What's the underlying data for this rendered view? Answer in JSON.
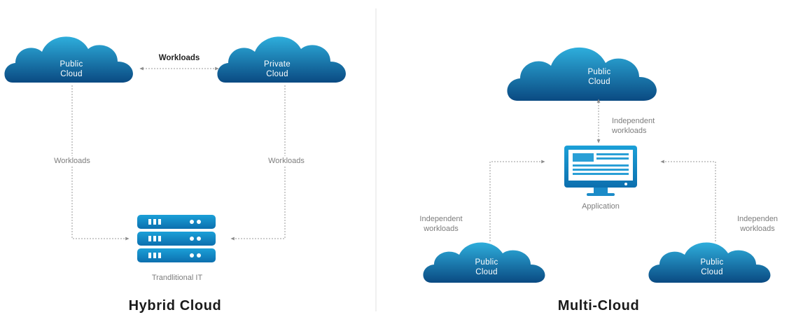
{
  "hybrid": {
    "title": "Hybrid Cloud",
    "public_cloud": [
      "Public",
      "Cloud"
    ],
    "private_cloud": [
      "Private",
      "Cloud"
    ],
    "top_link_label": "Workloads",
    "left_link_label": "Workloads",
    "right_link_label": "Workloads",
    "server_label": "Trandlitional IT"
  },
  "multi": {
    "title": "Multi-Cloud",
    "top_cloud": [
      "Public",
      "Cloud"
    ],
    "top_link_label": [
      "Independent",
      "workloads"
    ],
    "app_label": "Application",
    "left_link_label": [
      "Independent",
      "workloads"
    ],
    "right_link_label": [
      "Independen",
      "workloads"
    ],
    "left_cloud": [
      "Public",
      "Cloud"
    ],
    "right_cloud": [
      "Public",
      "Cloud"
    ]
  },
  "colors": {
    "cloud_top": "#29a7d8",
    "cloud_bottom": "#0a4f86",
    "server": "#1489c6",
    "connector": "#9a9a9a"
  },
  "icons": [
    "cloud-icon",
    "server-rack-icon",
    "monitor-icon"
  ]
}
